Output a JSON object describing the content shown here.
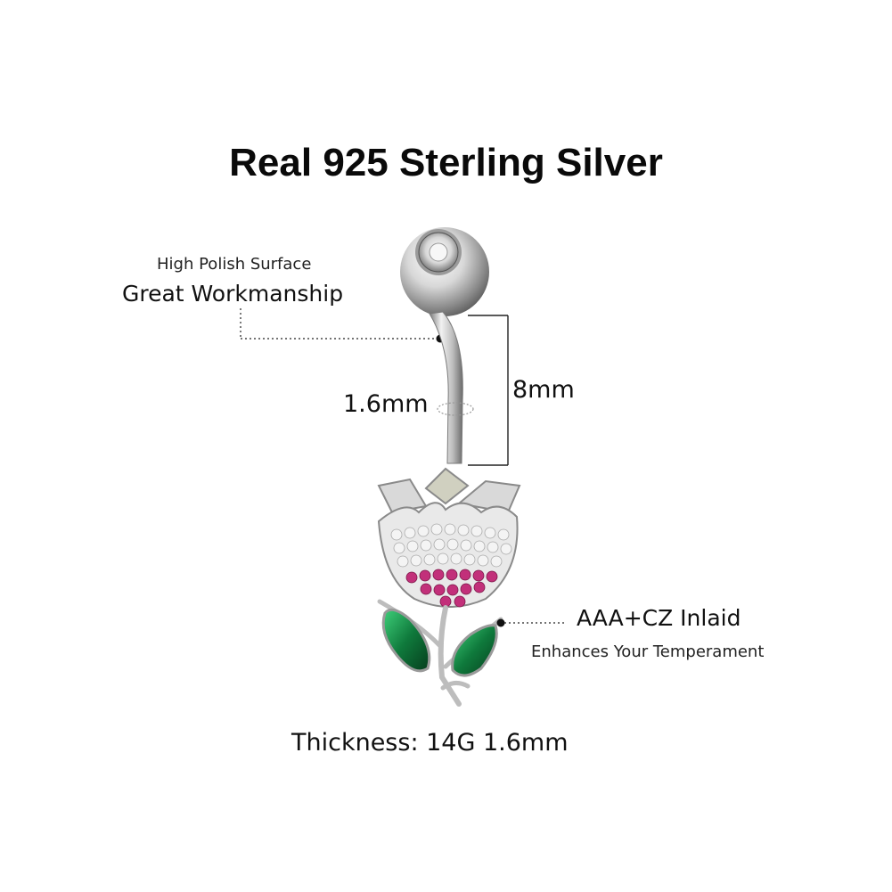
{
  "title": "Real 925 Sterling Silver",
  "callouts": {
    "polish": {
      "subtitle": "High Polish Surface",
      "title": "Great Workmanship"
    },
    "stones": {
      "title": "AAA+CZ Inlaid",
      "subtitle": "Enhances Your Temperament"
    }
  },
  "dimensions": {
    "gauge": "1.6mm",
    "length": "8mm"
  },
  "footer": {
    "thickness": "Thickness: 14G 1.6mm"
  },
  "colors": {
    "silver": "#c9c9c9",
    "clear_stone": "#eeeeee",
    "pink_stone": "#c2307a",
    "green_stone": "#0f7a3c"
  }
}
